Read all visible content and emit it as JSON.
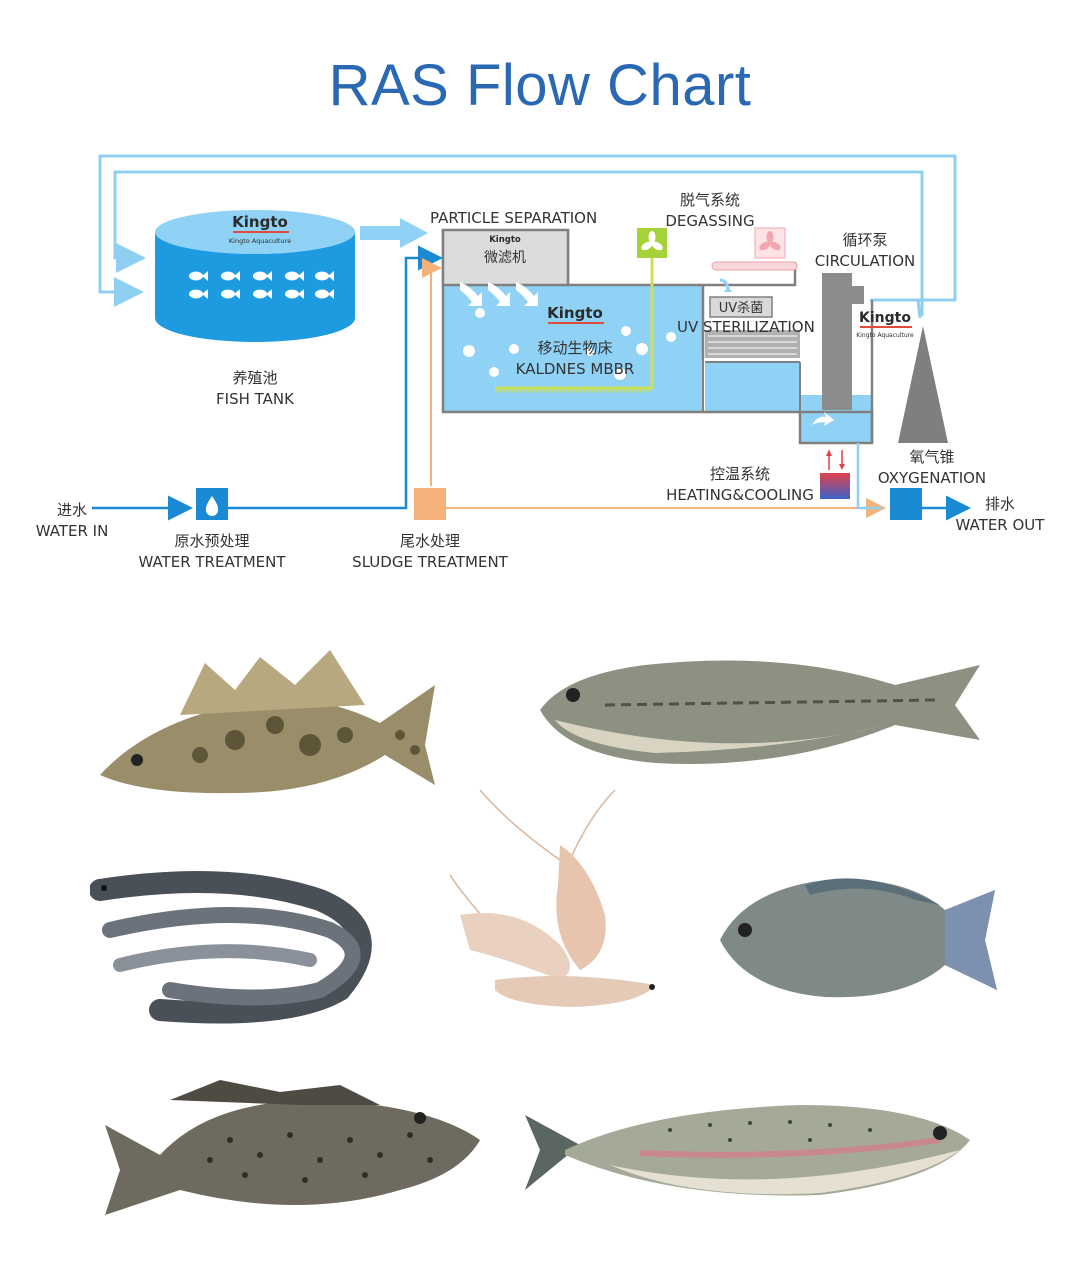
{
  "title": "RAS Flow Chart",
  "brand": {
    "logo": "Kingto",
    "subtitle": "Kingto Aquaculture"
  },
  "labels": {
    "fish_tank_cn": "养殖池",
    "fish_tank_en": "FISH TANK",
    "particle_sep_en": "PARTICLE SEPARATION",
    "micro_filter_cn": "微滤机",
    "degassing_cn": "脱气系统",
    "degassing_en": "DEGASSING",
    "circulation_cn": "循环泵",
    "circulation_en": "CIRCULATION",
    "uv_cn": "UV杀菌",
    "uv_en": "UV STERILIZATION",
    "mbbr_cn": "移动生物床",
    "mbbr_en": "KALDNES MBBR",
    "oxygen_cn": "氧气锥",
    "oxygen_en": "OXYGENATION",
    "heating_cn": "控温系统",
    "heating_en": "HEATING&COOLING",
    "water_in_cn": "进水",
    "water_in_en": "WATER IN",
    "water_out_cn": "排水",
    "water_out_en": "WATER OUT",
    "water_treat_cn": "原水预处理",
    "water_treat_en": "WATER TREATMENT",
    "sludge_cn": "尾水处理",
    "sludge_en": "SLUDGE TREATMENT"
  },
  "colors": {
    "title": "#2a68b3",
    "pipe_light": "#8fd0f2",
    "pipe_dark": "#1a8ad4",
    "sludge_pipe": "#f4b27a",
    "tank": "#1d9ae0",
    "water": "#8fd2f5",
    "degas_fan": "#a6d23a",
    "degas_fan2": "#f2a7b0",
    "cone": "#7f7f7f"
  },
  "species": [
    {
      "icon": "mandarin-fish-icon"
    },
    {
      "icon": "bass-icon"
    },
    {
      "icon": "eel-icon"
    },
    {
      "icon": "shrimp-icon"
    },
    {
      "icon": "tilapia-icon"
    },
    {
      "icon": "grouper-icon"
    },
    {
      "icon": "trout-icon"
    }
  ]
}
